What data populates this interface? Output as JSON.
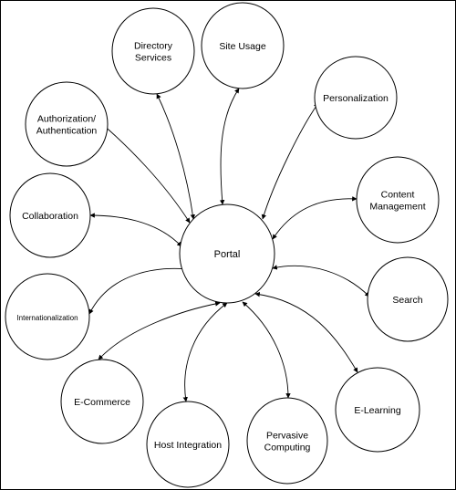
{
  "diagram": {
    "hub": {
      "id": "portal",
      "lines": [
        "Portal"
      ]
    },
    "nodes": [
      {
        "id": "directory-services",
        "lines": [
          "Directory",
          "Services"
        ]
      },
      {
        "id": "site-usage",
        "lines": [
          "Site Usage"
        ]
      },
      {
        "id": "personalization",
        "lines": [
          "Personalization"
        ]
      },
      {
        "id": "authorization-authentication",
        "lines": [
          "Authorization/",
          "Authentication"
        ]
      },
      {
        "id": "content-management",
        "lines": [
          "Content",
          "Management"
        ]
      },
      {
        "id": "collaboration",
        "lines": [
          "Collaboration"
        ]
      },
      {
        "id": "search",
        "lines": [
          "Search"
        ]
      },
      {
        "id": "internationalization",
        "lines": [
          "Internationalization"
        ]
      },
      {
        "id": "e-commerce",
        "lines": [
          "E-Commerce"
        ]
      },
      {
        "id": "e-learning",
        "lines": [
          "E-Learning"
        ]
      },
      {
        "id": "host-integration",
        "lines": [
          "Host Integration"
        ]
      },
      {
        "id": "pervasive-computing",
        "lines": [
          "Pervasive",
          "Computing"
        ]
      }
    ],
    "connections": [
      {
        "from": "portal",
        "to": "directory-services",
        "arrows": "both"
      },
      {
        "from": "portal",
        "to": "site-usage",
        "arrows": "both"
      },
      {
        "from": "portal",
        "to": "personalization",
        "arrows": "both"
      },
      {
        "from": "portal",
        "to": "authorization-authentication",
        "arrows": "both"
      },
      {
        "from": "portal",
        "to": "content-management",
        "arrows": "both"
      },
      {
        "from": "portal",
        "to": "collaboration",
        "arrows": "both"
      },
      {
        "from": "portal",
        "to": "search",
        "arrows": "both"
      },
      {
        "from": "portal",
        "to": "internationalization",
        "arrows": "both"
      },
      {
        "from": "portal",
        "to": "e-commerce",
        "arrows": "both"
      },
      {
        "from": "portal",
        "to": "e-learning",
        "arrows": "both"
      },
      {
        "from": "portal",
        "to": "host-integration",
        "arrows": "both"
      },
      {
        "from": "portal",
        "to": "pervasive-computing",
        "arrows": "both"
      }
    ],
    "colors": {
      "stroke": "#000000",
      "fill": "#ffffff"
    }
  }
}
